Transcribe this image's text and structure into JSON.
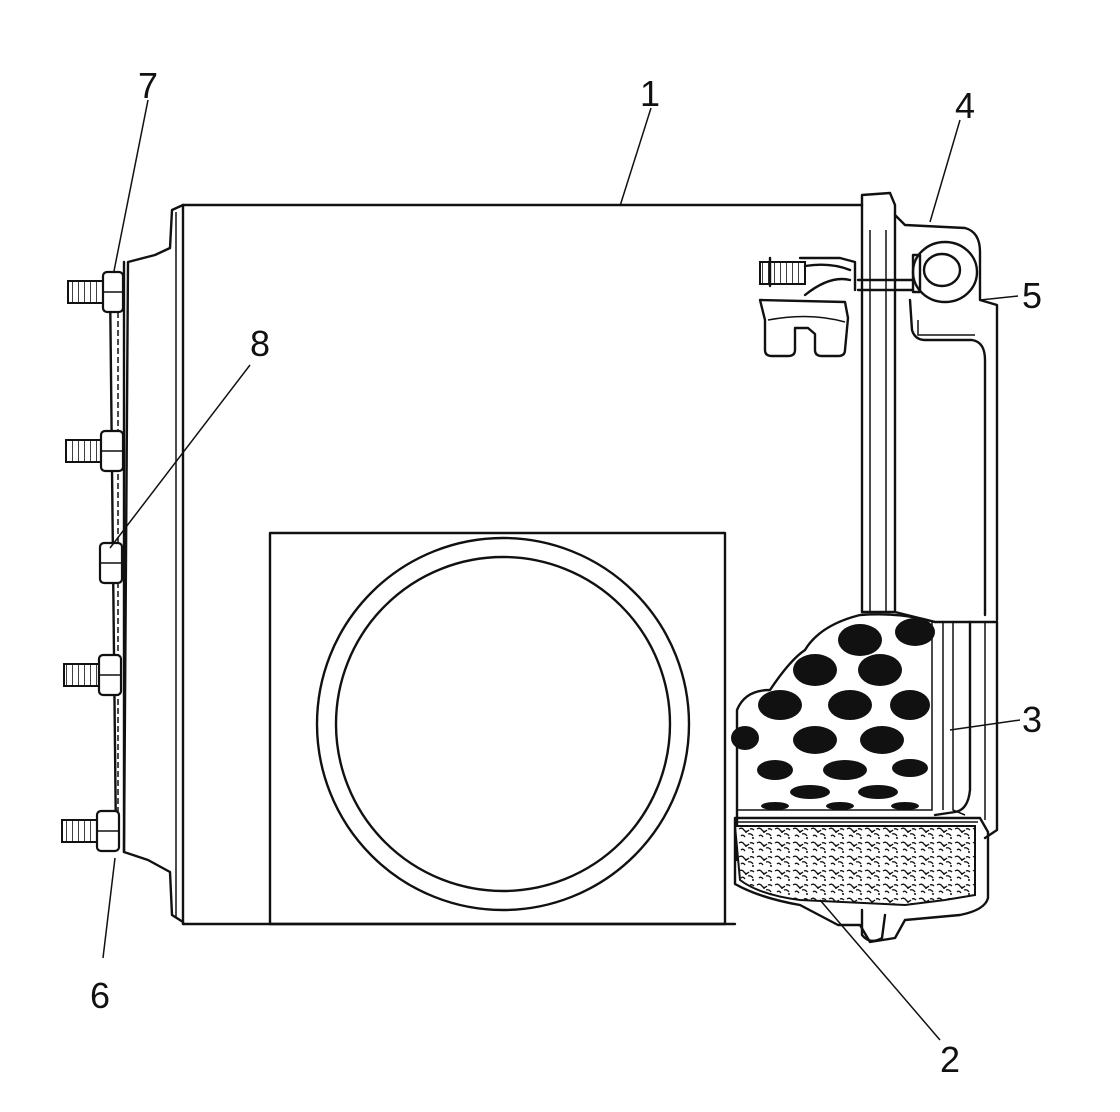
{
  "diagram": {
    "callouts": [
      {
        "id": "1",
        "label": "1"
      },
      {
        "id": "2",
        "label": "2"
      },
      {
        "id": "3",
        "label": "3"
      },
      {
        "id": "4",
        "label": "4"
      },
      {
        "id": "5",
        "label": "5"
      },
      {
        "id": "6",
        "label": "6"
      },
      {
        "id": "7",
        "label": "7"
      },
      {
        "id": "8",
        "label": "8"
      }
    ]
  },
  "colors": {
    "ink": "#111111",
    "paper": "#ffffff"
  }
}
